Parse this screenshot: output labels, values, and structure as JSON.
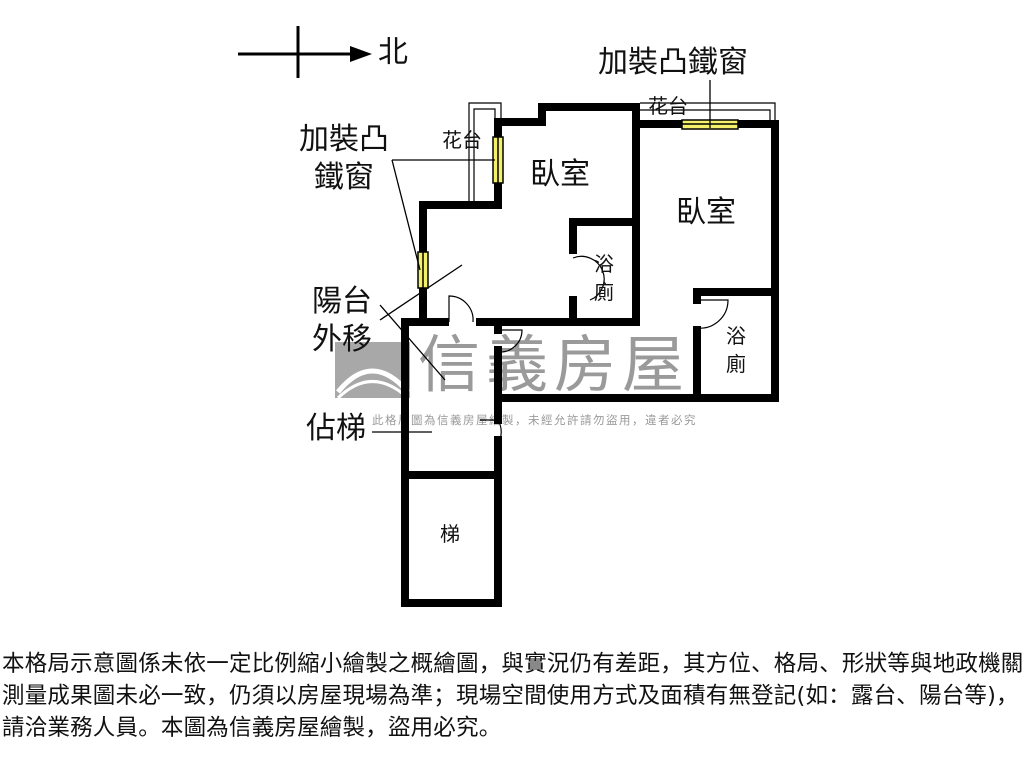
{
  "compass": {
    "north_label": "北"
  },
  "rooms": {
    "bedroom_1": "臥室",
    "bedroom_2": "臥室",
    "bath_1": "浴廁",
    "bath_2": "浴廁",
    "stairs": "梯"
  },
  "annotations": {
    "bay_window_top": "加裝凸鐵窗",
    "bay_window_left": "加裝凸鐵窗",
    "planter_top": "花台",
    "planter_left": "花台",
    "balcony_moved": "陽台外移",
    "occupied_stair": "佔梯"
  },
  "watermark": {
    "brand": "信義房屋",
    "note": "此格局圖為信義房屋繪製，未經允許請勿盜用，違者必究"
  },
  "disclaimer": "本格局示意圖係未依一定比例縮小繪製之概繪圖，與實況仍有差距，其方位、格局、形狀等與地政機關測量成果圖未必一致，仍須以房屋現場為準；現場空間使用方式及面積有無登記(如：露台、陽台等)，請洽業務人員。本圖為信義房屋繪製，盜用必究。",
  "colors": {
    "wall": "#000000",
    "window": "#f5f06a",
    "watermark": "#9a9a9a"
  }
}
